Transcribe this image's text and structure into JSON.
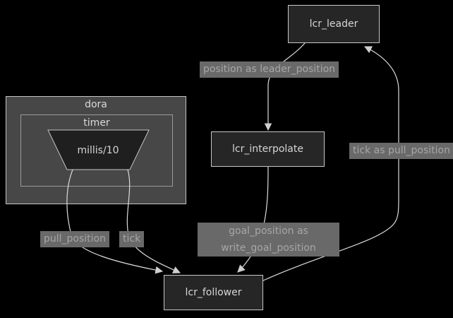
{
  "clusters": {
    "outer_label": "dora",
    "inner_label": "timer"
  },
  "nodes": {
    "leader": "lcr_leader",
    "interpolate": "lcr_interpolate",
    "follower": "lcr_follower",
    "timer_op": "millis/10"
  },
  "edge_labels": {
    "leader_to_interpolate": "position as leader_position",
    "follower_to_leader": "tick as pull_position",
    "interpolate_to_follower_line1": "goal_position as",
    "interpolate_to_follower_line2": "write_goal_position",
    "timer_to_follower_pull": "pull_position",
    "timer_to_follower_tick": "tick"
  },
  "colors": {
    "background": "#000000",
    "node_fill": "#262626",
    "node_border": "#c8c8c8",
    "node_text": "#d6d6d6",
    "cluster_fill": "#474747",
    "cluster_border_outer": "#c4c4c4",
    "cluster_border_inner": "#9a9a9a",
    "timer_op_fill": "#1f1f1f",
    "edge_stroke": "#dcdcdc",
    "arrowhead_fill": "#cfcfcf",
    "edge_label_bg": "#696969",
    "edge_label_text": "#a6a6a6"
  }
}
